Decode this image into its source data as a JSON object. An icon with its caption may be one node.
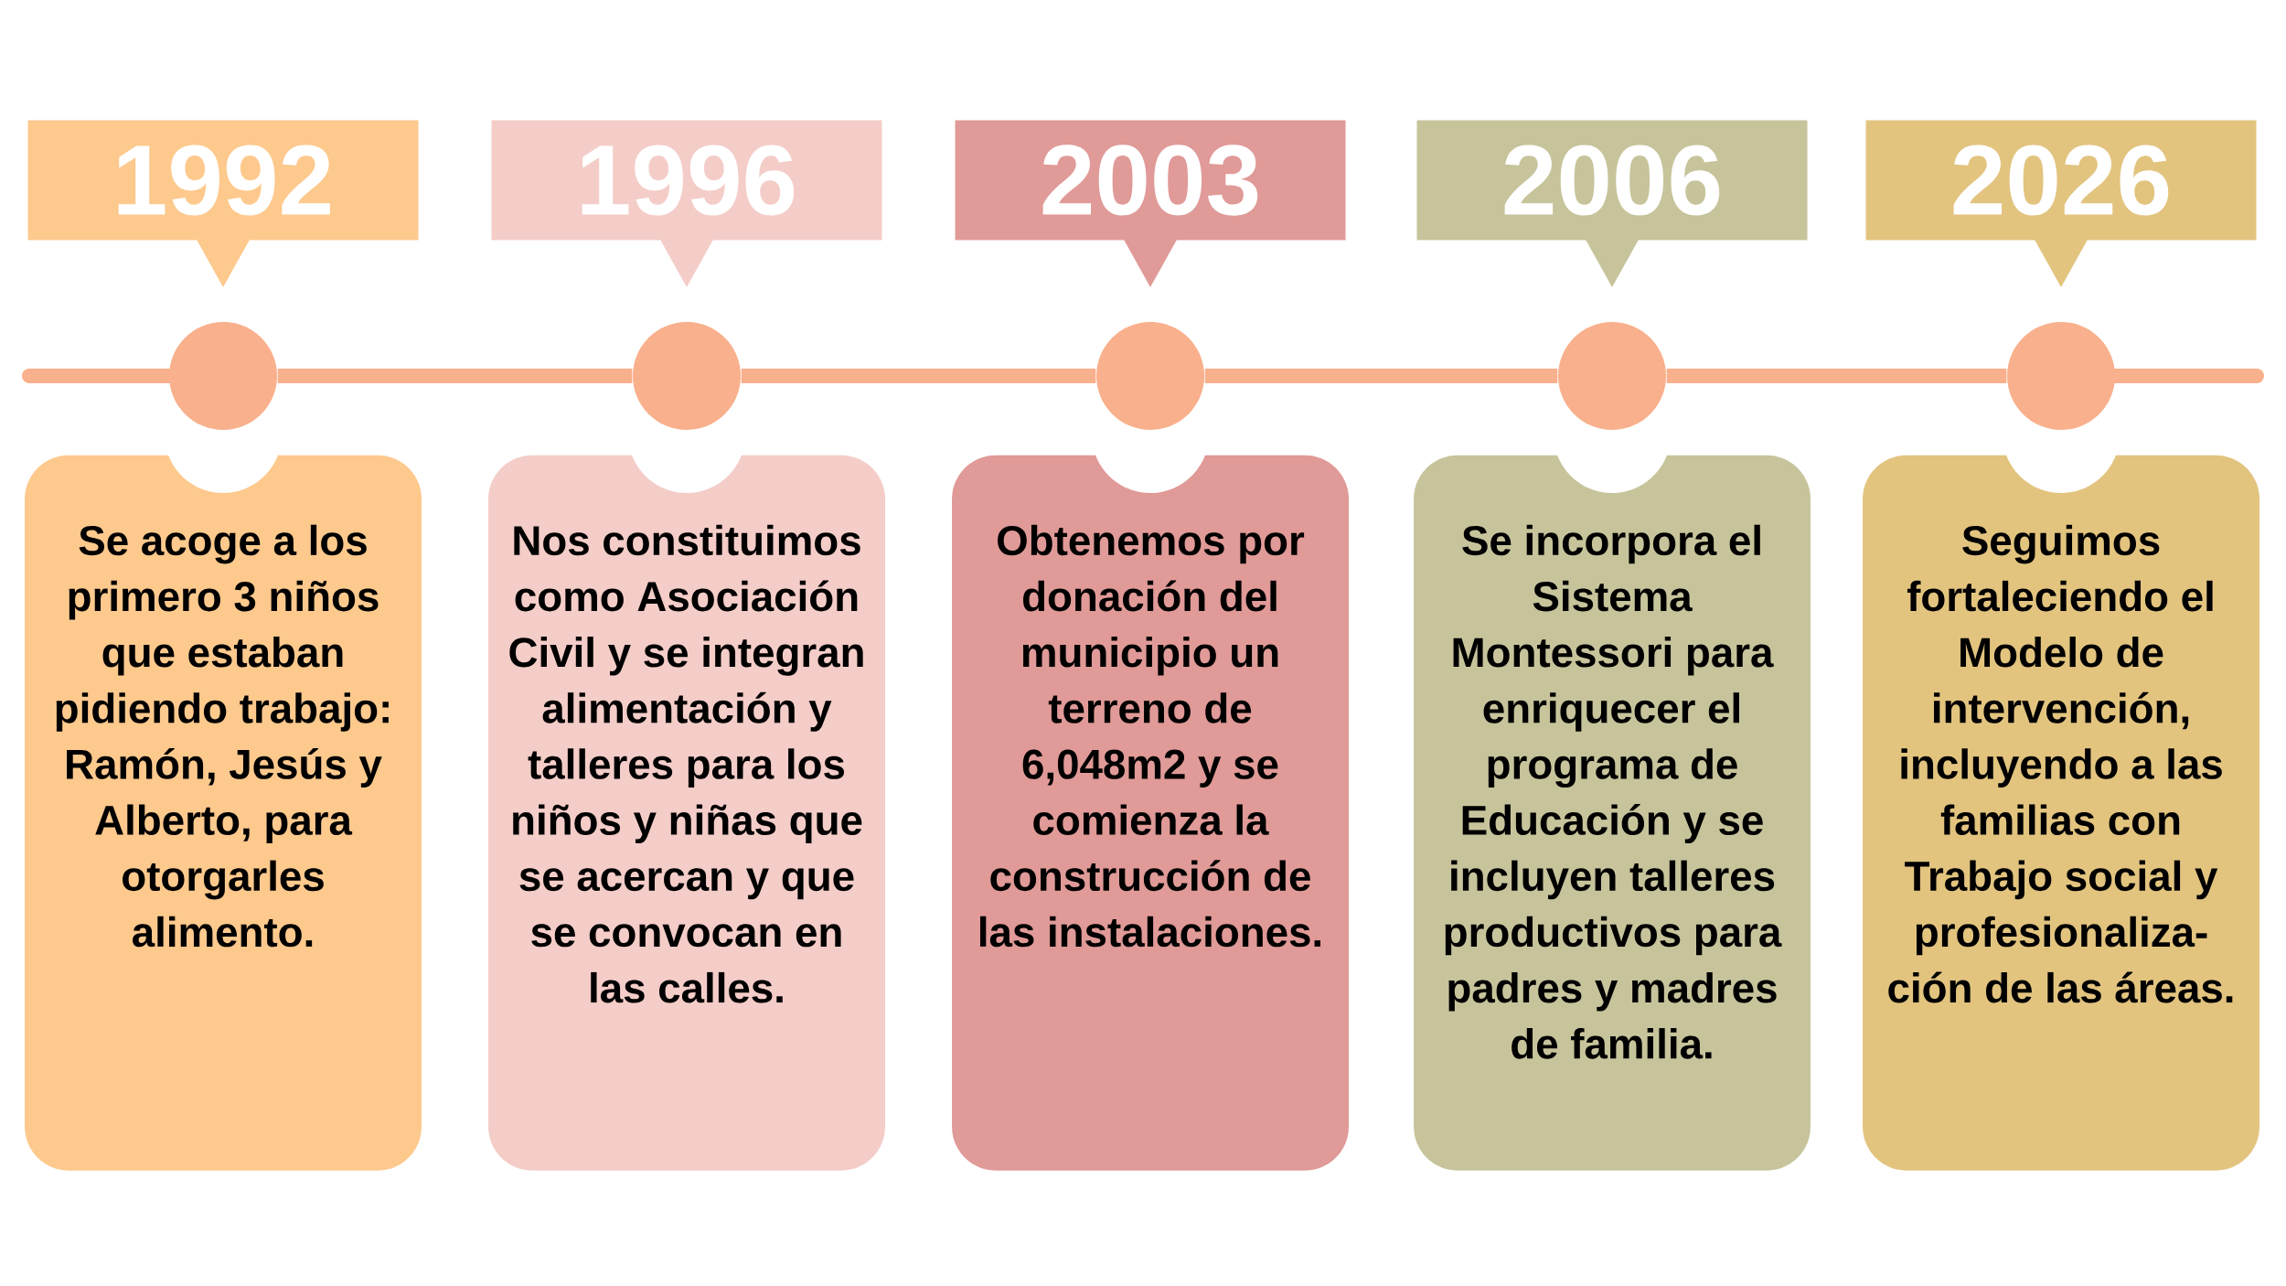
{
  "diagram": {
    "nodes": [
      {
        "text": [
          "1992"
        ]
      },
      {
        "text": [],
        "shape": "circle"
      },
      {
        "text": [
          "Se acoge a los primero 3 niños que estaban pidiendo trabajo: Ramón, Jesús y Alberto, para otorgarles alimento."
        ]
      },
      {
        "text": [
          "1996"
        ]
      },
      {
        "text": [],
        "shape": "circle"
      },
      {
        "text": [
          "Nos constituimos como Asociación Civil y se integran alimentación y talleres para los niños y niñas que se acercan y que se convocan en las calles."
        ]
      },
      {
        "text": [
          "2003"
        ]
      },
      {
        "text": [],
        "shape": "circle"
      },
      {
        "text": [
          "Obtenemos por donación del municipio un terreno de 6,048m2 y se comienza la construcción de las instalaciones."
        ]
      },
      {
        "text": [
          "2006"
        ]
      },
      {
        "text": [],
        "shape": "circle"
      },
      {
        "text": [
          "Se incorpora el Sistema Montessori para enriquecer el programa de Educación y se incluyen talleres productivos para padres y madres de familia."
        ]
      },
      {
        "text": [
          "2026"
        ]
      },
      {
        "text": [],
        "shape": "circle"
      },
      {
        "text": [
          "Seguimos fortaleciendo el Modelo de intervención, incluyendo a las familias con Trabajo social y profesionaliza-ción de las áreas."
        ]
      }
    ],
    "edges": [
      {
        "from": 1,
        "to": 4,
        "arrow": "none"
      },
      {
        "from": 4,
        "to": 7,
        "arrow": "none"
      },
      {
        "from": 7,
        "to": 10,
        "arrow": "none"
      },
      {
        "from": 10,
        "to": 13,
        "arrow": "none"
      }
    ]
  }
}
